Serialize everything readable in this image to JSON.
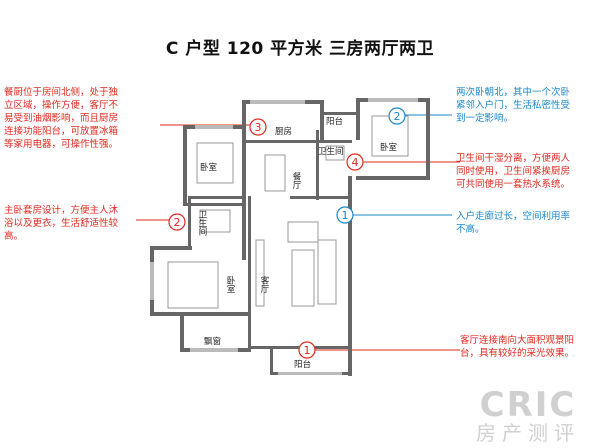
{
  "title": "C 户型  120 平方米  三房两厅两卫",
  "rooms": {
    "kitchen": "厨房",
    "balcony_top": "阳台",
    "bedroom_left_top": "卧室",
    "bedroom_right_top": "卧室",
    "bath_top": "卫生间",
    "dining": "餐厅",
    "bath_left": "卫生间",
    "bedroom_master": "卧室",
    "living": "客厅",
    "bay_window": "飘窗",
    "balcony_bottom": "阳台"
  },
  "badges": {
    "b1a": "1",
    "b1b": "1",
    "b2a": "2",
    "b2b": "2",
    "b3": "3",
    "b4": "4"
  },
  "notes": {
    "kitchen": [
      "餐厨位于房间北侧，处于独",
      "立区域，操作方便，客厅不",
      "易受到油烟影响，而且厨房",
      "连接功能阳台，可放置冰箱",
      "等家用电器，可操作性强。"
    ],
    "master": [
      "主卧套房设计，方便主人沐",
      "浴以及更衣，生活舒适性较",
      "高。"
    ],
    "second_bed": [
      "两次卧朝北，其中一个次卧",
      "紧邻入户门，生活私密性受",
      "到一定影响。"
    ],
    "bath": [
      "卫生间干湿分离，方便两人",
      "同时使用，卫生间紧挨厨房",
      "可共同使用一套热水系统。"
    ],
    "entry": [
      "入户走廊过长，空间利用率",
      "不高。"
    ],
    "living": [
      "客厅连接南向大面积观景阳",
      "台，具有较好的采光效果。"
    ]
  },
  "watermark": {
    "line1": "CRIC",
    "line2": "房产测评"
  },
  "colors": {
    "red": "#e0281e",
    "blue": "#1a86c8"
  }
}
